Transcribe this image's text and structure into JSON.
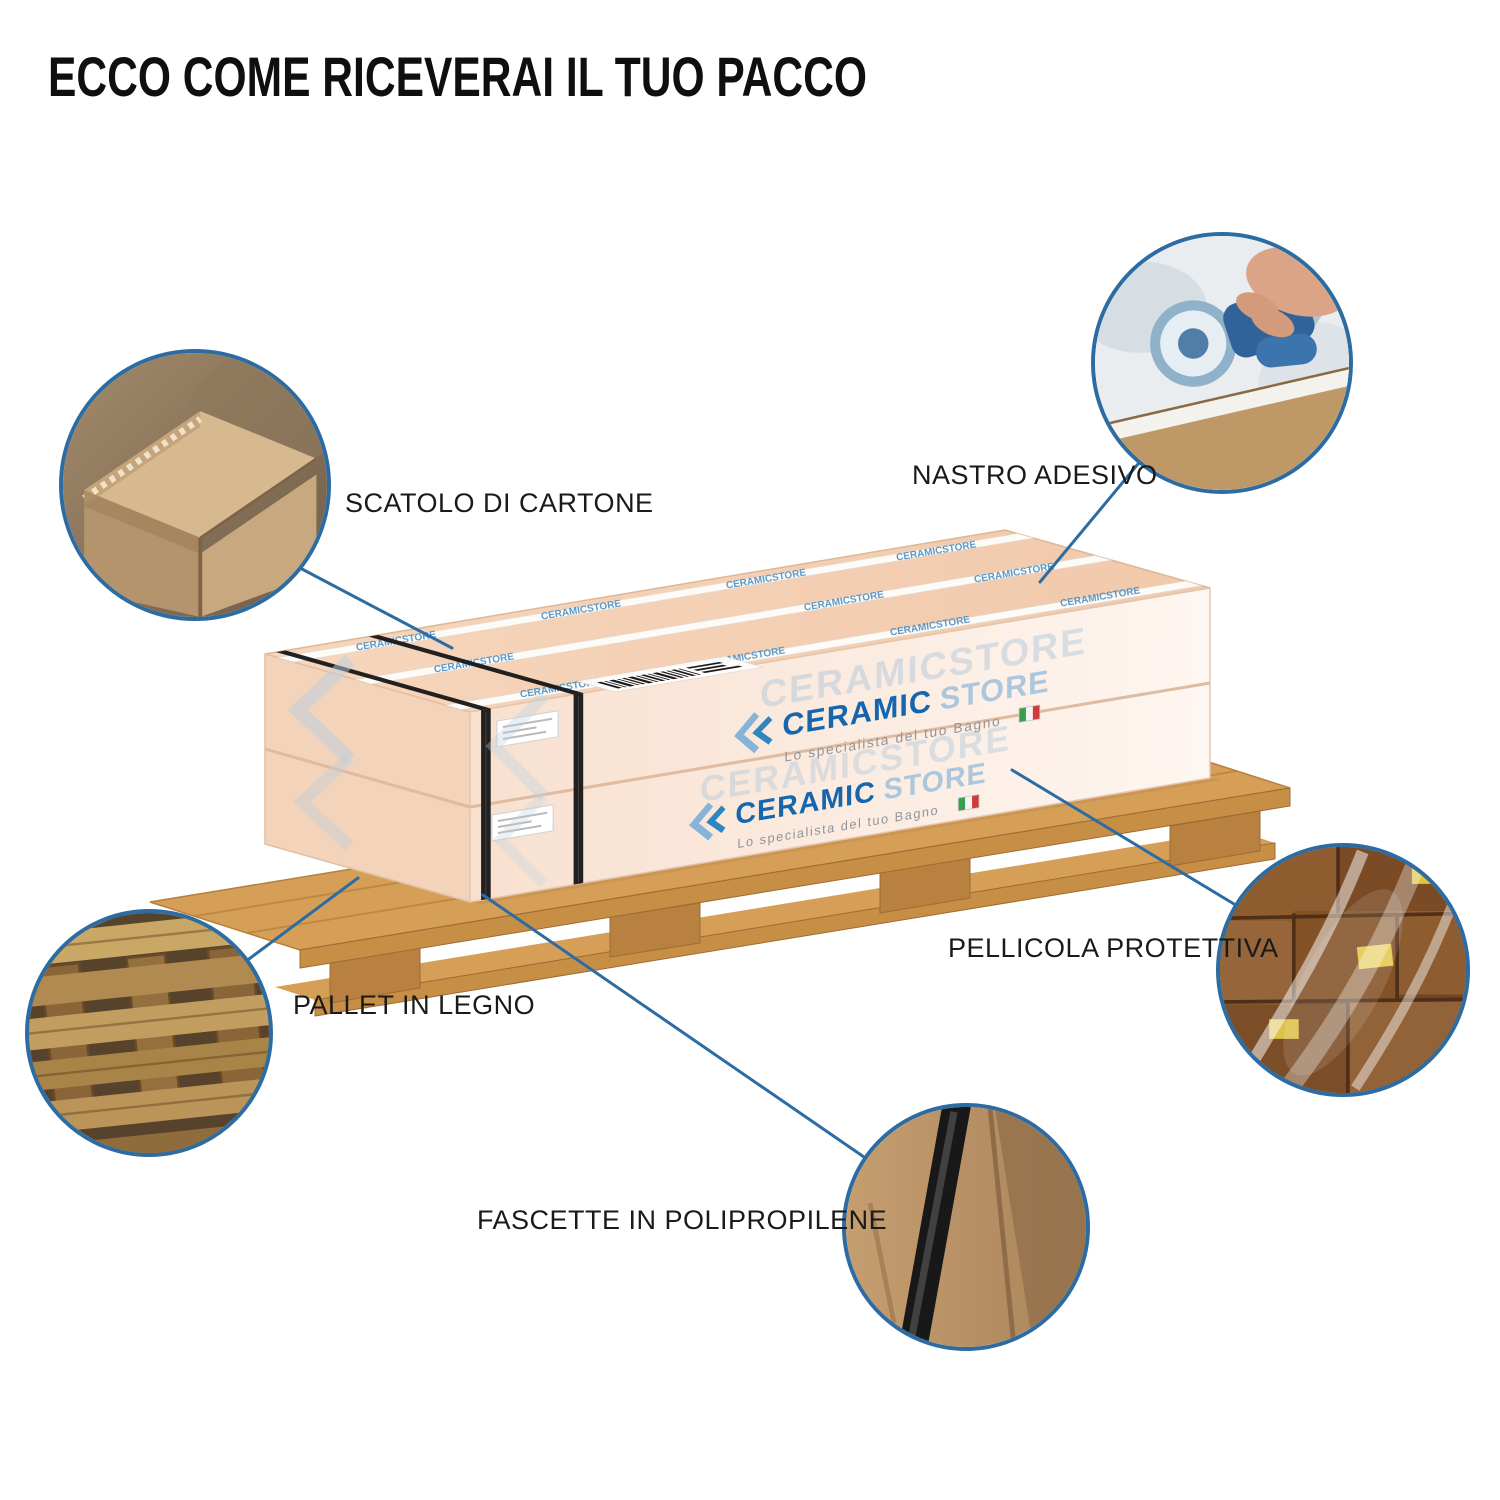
{
  "page": {
    "title": "ECCO COME RICEVERAI IL TUO PACCO"
  },
  "callouts": [
    {
      "id": "scatolo-di-cartone",
      "label": "SCATOLO DI CARTONE",
      "photo": "cardboard-box-corner-photo"
    },
    {
      "id": "nastro-adesivo",
      "label": "NASTRO ADESIVO",
      "photo": "adhesive-tape-dispenser-photo"
    },
    {
      "id": "pellicola-protettiva",
      "label": "PELLICOLA PROTETTIVA",
      "photo": "protective-film-pallet-photo"
    },
    {
      "id": "pallet-in-legno",
      "label": "PALLET IN LEGNO",
      "photo": "wooden-pallet-photo"
    },
    {
      "id": "fascette-in-polipropilene",
      "label": "FASCETTE IN POLIPROPILENE",
      "photo": "polypropylene-strap-photo"
    }
  ],
  "box": {
    "brand_primary": "CERAMIC",
    "brand_secondary": "STORE",
    "brand_tagline": "Lo specialista del tuo Bagno",
    "tape_text": "CERAMICSTORE",
    "watermark_text": "CERAMICSTORE"
  },
  "colors": {
    "callout_border_blue": "#2d6ca2",
    "leader_line_blue": "#2d6ca2",
    "logo_blue": "#1566ad",
    "logo_light_blue": "#aac7dd",
    "cardboard_peach": "#f6d7bf",
    "pallet_wood": "#d69f58",
    "strap_black": "#1a1a1a"
  }
}
